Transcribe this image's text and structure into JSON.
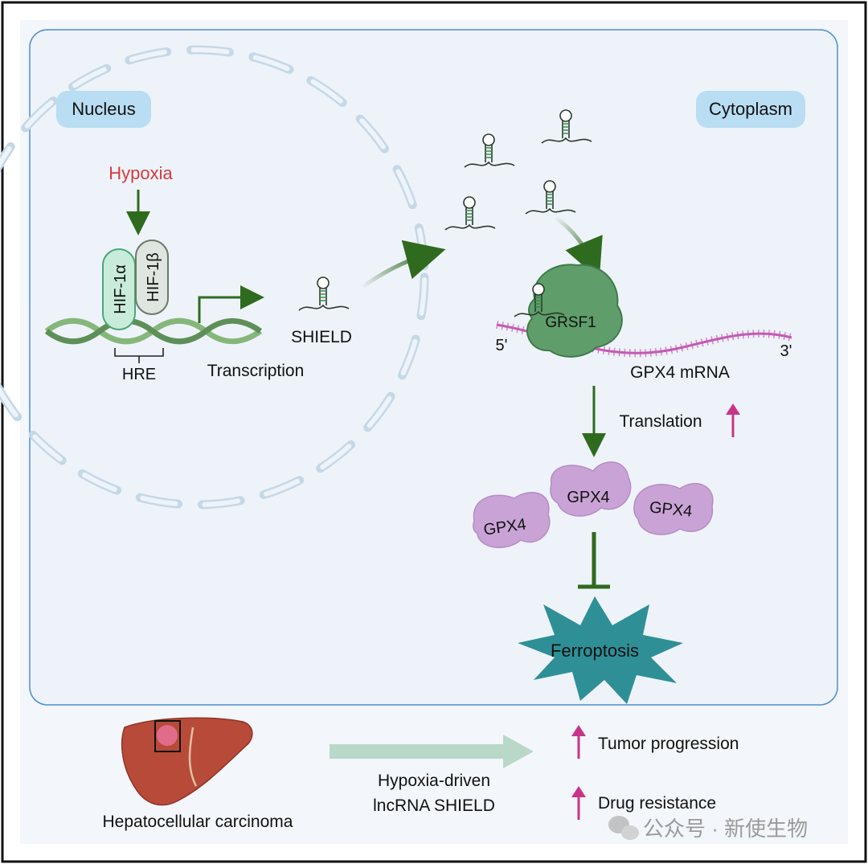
{
  "labels": {
    "nucleus": "Nucleus",
    "cytoplasm": "Cytoplasm",
    "hypoxia": "Hypoxia",
    "hif1a": "HIF-1α",
    "hif1b": "HIF-1β",
    "hre": "HRE",
    "transcription": "Transcription",
    "shield": "SHIELD",
    "grsf1": "GRSF1",
    "five_prime": "5'",
    "three_prime": "3'",
    "gpx4_mrna": "GPX4 mRNA",
    "translation": "Translation",
    "gpx4": "GPX4",
    "ferroptosis": "Ferroptosis",
    "hcc": "Hepatocellular carcinoma",
    "summary_line1": "Hypoxia-driven",
    "summary_line2": "lncRNA SHIELD",
    "tumor_progression": "Tumor progression",
    "drug_resistance": "Drug resistance",
    "watermark": "公众号 · 新使生物"
  },
  "colors": {
    "panel_fill": "#eef3fa",
    "panel_border": "#4a90d0",
    "hypoxia_text": "#d23c3c",
    "arrow_green": "#2f6b1f",
    "up_arrow": "#c8348a",
    "gpx4_purple": "#c9a3d6",
    "grsf1_green": "#5f9e6a",
    "ferroptosis_teal": "#2f8f96",
    "mrna_magenta": "#c45ab4",
    "label_pill": "#b9ddf2"
  }
}
